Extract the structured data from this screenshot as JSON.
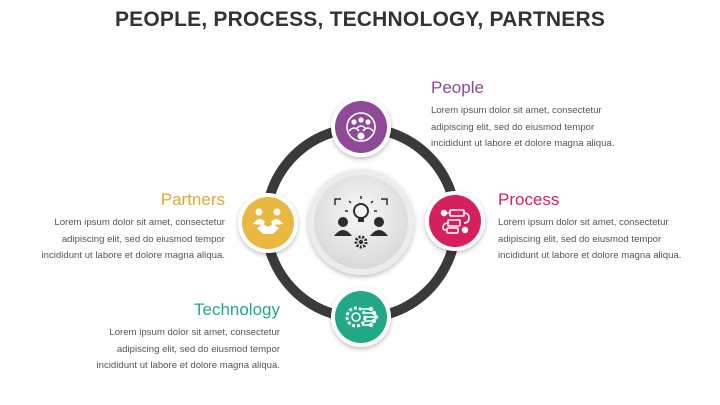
{
  "title": "PEOPLE, PROCESS, TECHNOLOGY, PARTNERS",
  "colors": {
    "people": "#8E4A97",
    "process": "#D61F5F",
    "partners": "#E9B841",
    "technology": "#23A887",
    "ring": "#3A3A3A",
    "center": "#E4E4E4"
  },
  "icons": {
    "center": "idea-team-gear-icon",
    "people": "people-money-icon",
    "process": "process-flow-icon",
    "partners": "handshake-icon",
    "technology": "tech-gear-icon"
  },
  "items": {
    "people": {
      "label": "People",
      "text": [
        "Lorem ipsum dolor sit amet, consectetur",
        "adipiscing elit, sed do eiusmod tempor",
        "incididunt ut labore et dolore magna aliqua."
      ]
    },
    "process": {
      "label": "Process",
      "text": [
        "Lorem ipsum dolor sit amet, consectetur",
        "adipiscing elit, sed do eiusmod tempor",
        "incididunt ut labore et dolore magna aliqua."
      ]
    },
    "partners": {
      "label": "Partners",
      "text": [
        "Lorem ipsum dolor sit amet, consectetur",
        "adipiscing elit, sed do eiusmod tempor",
        "incididunt ut labore et dolore magna aliqua."
      ]
    },
    "technology": {
      "label": "Technology",
      "text": [
        "Lorem ipsum dolor sit amet, consectetur",
        "adipiscing elit, sed do eiusmod tempor",
        "incididunt ut labore et dolore magna aliqua."
      ]
    }
  }
}
